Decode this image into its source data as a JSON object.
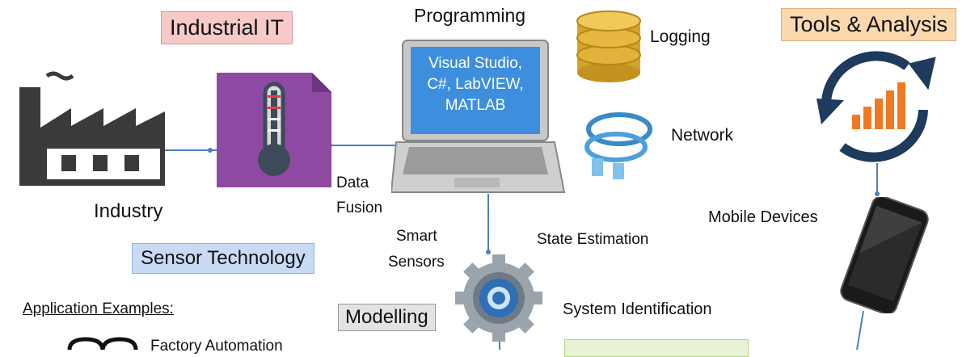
{
  "boxes": {
    "industrial_it": "Industrial IT",
    "tools_analysis": "Tools & Analysis",
    "sensor_technology": "Sensor Technology",
    "modelling": "Modelling"
  },
  "labels": {
    "programming": "Programming",
    "logging": "Logging",
    "network": "Network",
    "industry": "Industry",
    "data": "Data",
    "fusion": "Fusion",
    "smart": "Smart",
    "sensors": "Sensors",
    "state_estimation": "State Estimation",
    "mobile_devices": "Mobile Devices",
    "system_identification": "System Identification",
    "application_examples": "Application Examples:",
    "factory_automation": "Factory Automation"
  },
  "laptop_screen": [
    "Visual Studio,",
    "C#, LabVIEW,",
    "MATLAB"
  ],
  "colors": {
    "industrial_it_bg": "#f7c9c9",
    "tools_bg": "#fbd8ae",
    "sensor_bg": "#c9daf5",
    "modelling_bg": "#e3e3e3",
    "purple": "#8e4aa3",
    "connector": "#4a7fc0"
  }
}
